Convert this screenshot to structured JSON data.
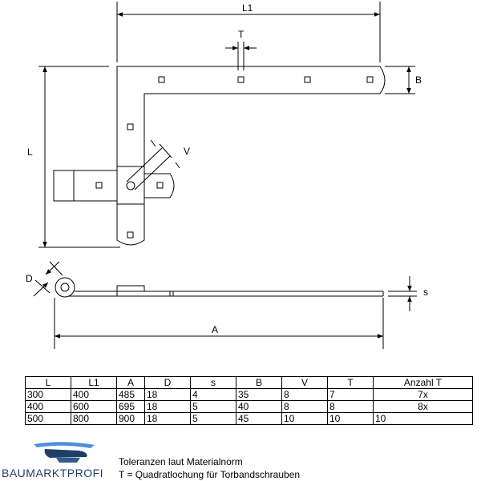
{
  "dimension_labels": {
    "L1": "L1",
    "T": "T",
    "B": "B",
    "L": "L",
    "V": "V",
    "D": "D",
    "s": "s",
    "A": "A"
  },
  "table": {
    "headers": [
      "L",
      "L1",
      "A",
      "D",
      "s",
      "B",
      "V",
      "T",
      "Anzahl T"
    ],
    "rows": [
      [
        "300",
        "400",
        "485",
        "18",
        "4",
        "35",
        "8",
        "7",
        "7x"
      ],
      [
        "400",
        "600",
        "695",
        "18",
        "5",
        "40",
        "8",
        "8",
        "8x"
      ],
      [
        "500",
        "800",
        "900",
        "18",
        "5",
        "45",
        "10",
        "10",
        "10"
      ]
    ]
  },
  "notes": {
    "line1": "Toleranzen laut Materialnorm",
    "line2": "T = Quadratlochung für Torbandschrauben"
  },
  "logo": {
    "text": "BAUMARKTPROFI",
    "icon": "hand-tool-logo-icon",
    "color": "#1f3f66"
  }
}
